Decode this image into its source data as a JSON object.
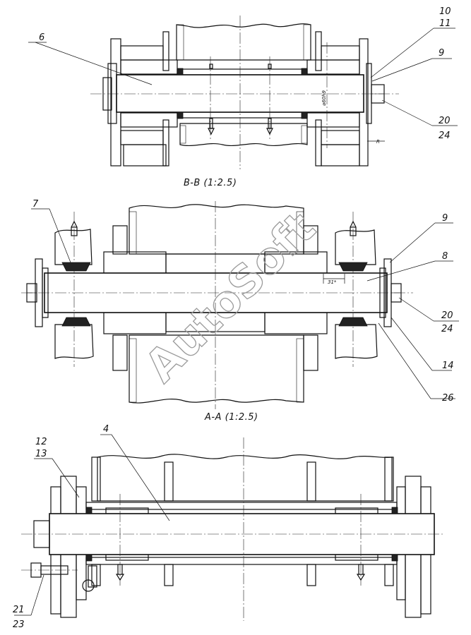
{
  "views": {
    "bb": {
      "title": "B-B  (1:2.5)",
      "dimension": "⌀60h9",
      "small_mark": "R"
    },
    "aa": {
      "title": "A-A  (1:2.5)",
      "dimension": "31*"
    },
    "bottom": {}
  },
  "callouts": {
    "c6": "6",
    "c10": "10",
    "c11": "11",
    "c9a": "9",
    "c20a": "20",
    "c24a": "24",
    "c7": "7",
    "c9b": "9",
    "c8": "8",
    "c20b": "20",
    "c24b": "24",
    "c14": "14",
    "c26": "26",
    "c4": "4",
    "c12": "12",
    "c13": "13",
    "c21": "21",
    "c23": "23"
  },
  "watermark": "AutoSoft"
}
